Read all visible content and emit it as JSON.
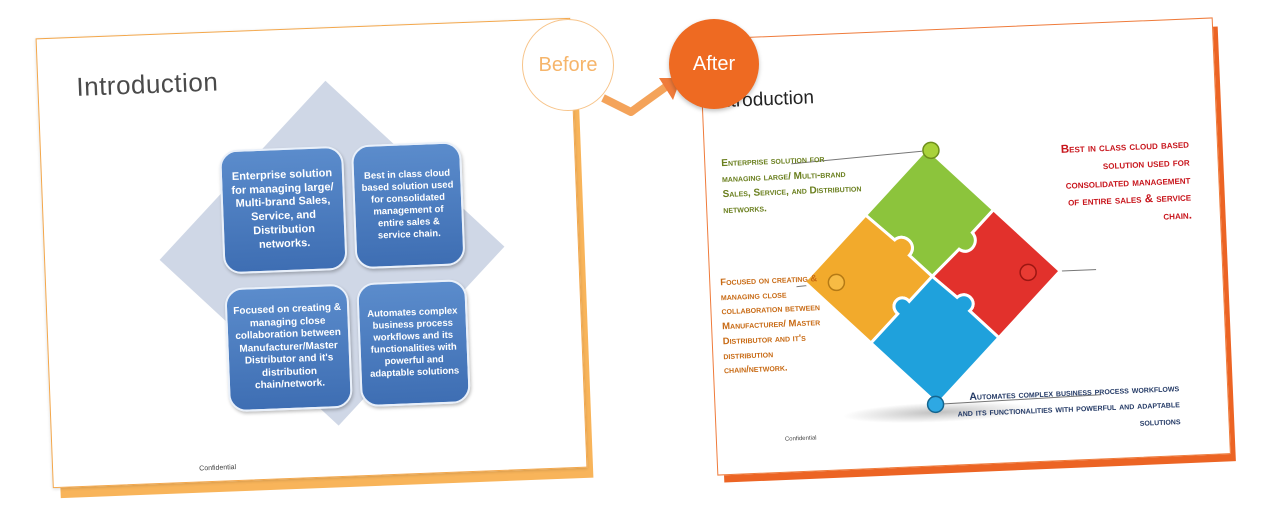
{
  "before": {
    "badge_label": "Before",
    "title": "Introduction",
    "boxes": [
      "Enterprise solution for managing  large/ Multi-brand Sales, Service, and Distribution networks.",
      "Best in class cloud based solution used for consolidated management of entire sales & service chain.",
      "Focused on creating & managing close collaboration between Manufacturer/Master Distributor and it's distribution chain/network.",
      "Automates complex business process workflows and its functionalities with powerful and adaptable solutions"
    ],
    "confidential": "Confidential"
  },
  "after": {
    "badge_label": "After",
    "title": "Introduction",
    "texts": {
      "green": "Enterprise solution for managing  large/ Multi-brand Sales, Service, and Distribution networks.",
      "red": "Best in class cloud based solution used for consolidated management of entire sales & service chain.",
      "orange": "Focused on creating & managing close collaboration between Manufacturer/ Master Distributor and it's distribution chain/network.",
      "blue": "Automates complex business process workflows and its functionalities with powerful and adaptable solutions"
    },
    "confidential": "Confidential"
  },
  "colors": {
    "before_accent": "#f8b45a",
    "after_accent": "#ec6424",
    "box_blue": "#4a7cc0",
    "puzzle_green": "#8cc43c",
    "puzzle_red": "#e2312c",
    "puzzle_orange": "#f2aa2c",
    "puzzle_blue": "#1fa1dc"
  },
  "icons": [
    "puzzle-icon",
    "arrow-icon"
  ]
}
